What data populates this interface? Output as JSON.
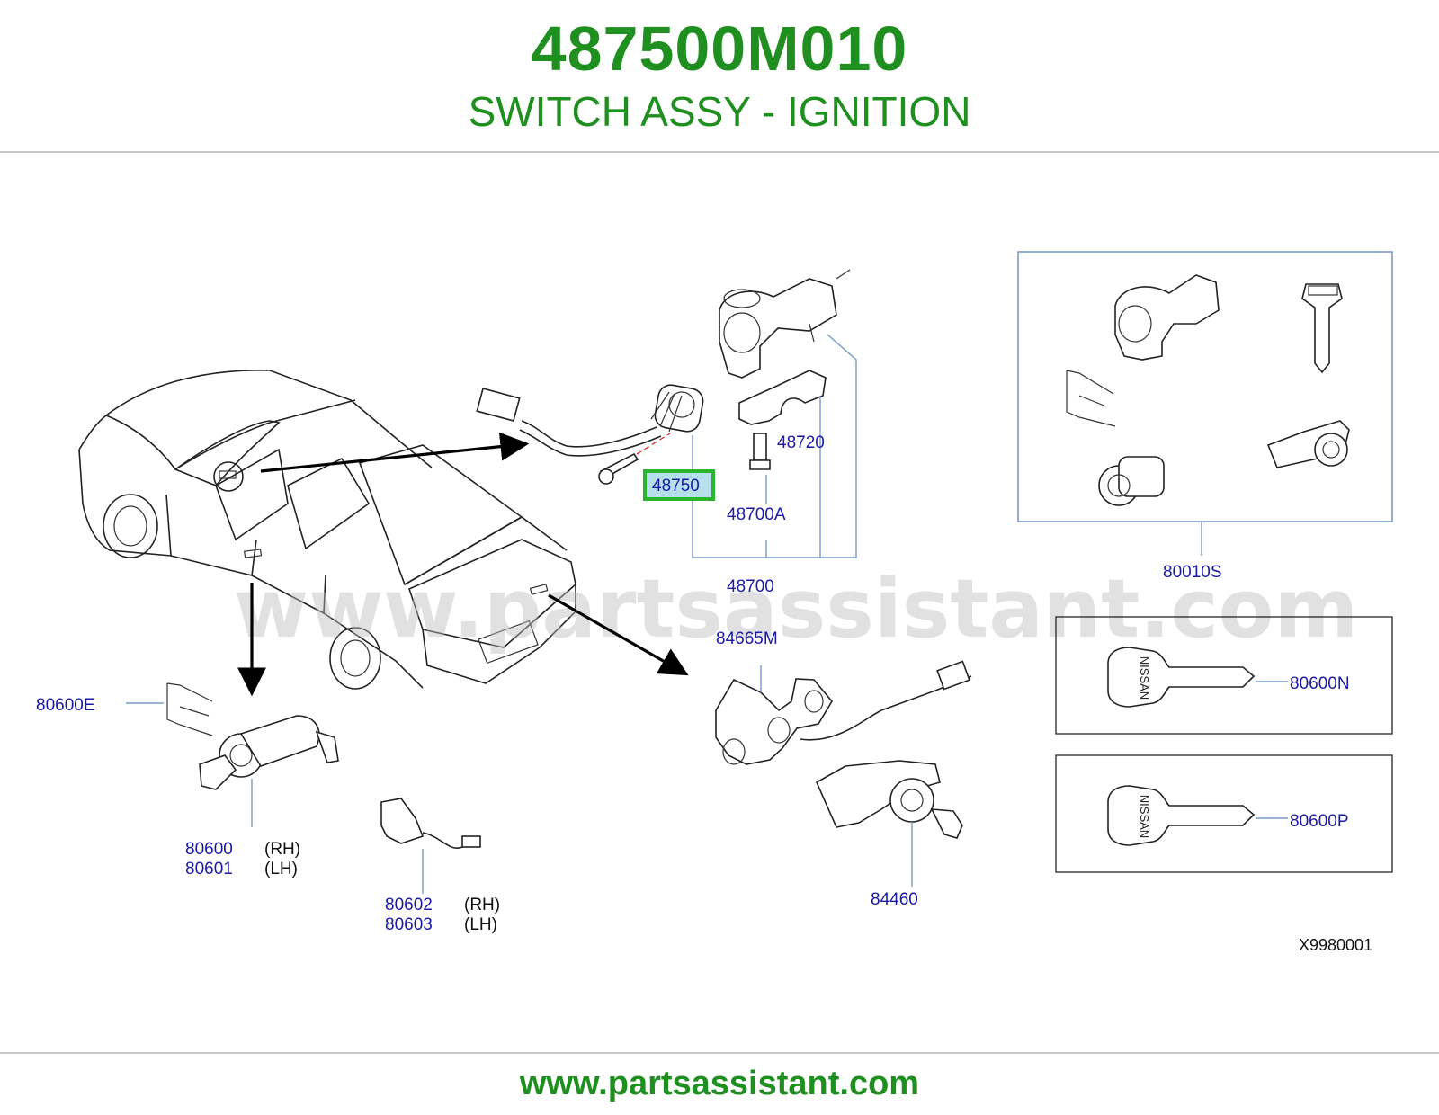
{
  "header": {
    "part_number": "487500M010",
    "part_name": "SWITCH ASSY - IGNITION"
  },
  "watermark": "www.partsassistant.com",
  "footer": {
    "url": "www.partsassistant.com"
  },
  "diagram": {
    "callouts": {
      "c48750": "48750",
      "c48720": "48720",
      "c48700A": "48700A",
      "c48700": "48700",
      "c80010S": "80010S",
      "c84665M": "84665M",
      "c80600E": "80600E",
      "c80600": "80600",
      "c80601": "80601",
      "c80602": "80602",
      "c80603": "80603",
      "c84460": "84460",
      "c80600N": "80600N",
      "c80600P": "80600P"
    },
    "side_labels": {
      "rh": "(RH)",
      "lh": "(LH)"
    },
    "key_brand": "NISSAN",
    "ref_code": "X9980001",
    "highlighted": "48750",
    "colors": {
      "brand_green": "#1f8f1f",
      "callout_blue": "#1a1aa6",
      "highlight_fill": "#b5dfea",
      "highlight_border": "#2bb52b"
    }
  }
}
